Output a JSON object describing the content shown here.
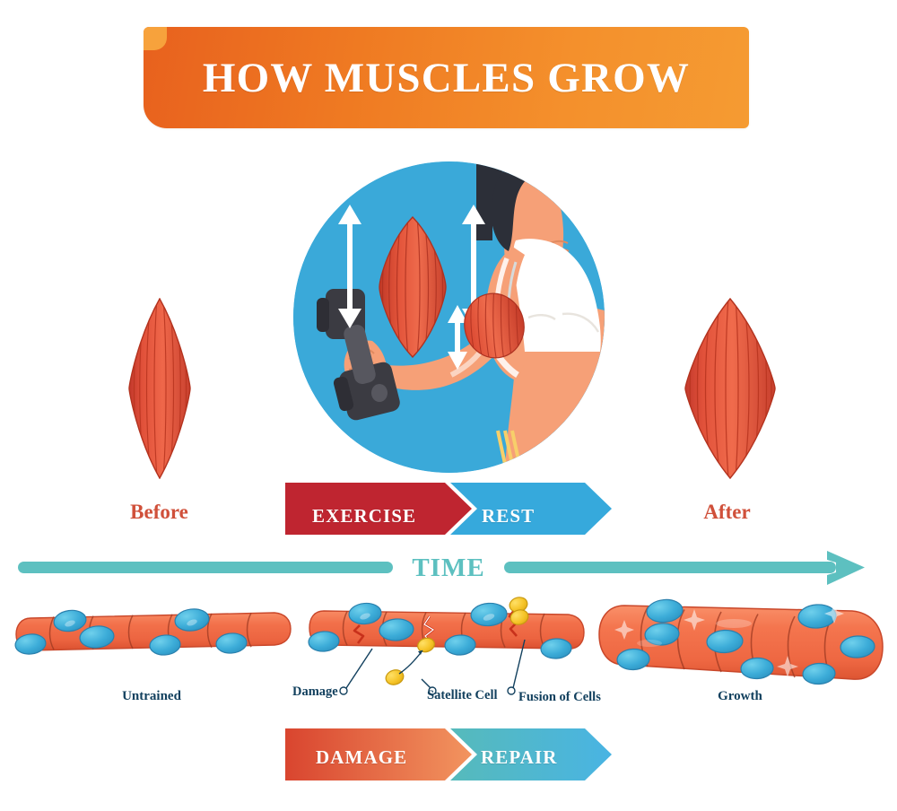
{
  "title": {
    "text": "HOW MUSCLES GROW"
  },
  "stages": {
    "before_label": "Before",
    "after_label": "After"
  },
  "phase_bar_top": {
    "left_label": "EXERCISE",
    "right_label": "REST",
    "left_color": "#bf2530",
    "right_color": "#36a9dc"
  },
  "phase_bar_bottom": {
    "left_label": "DAMAGE",
    "right_label": "REPAIR",
    "left_color_start": "#d9452f",
    "left_color_end": "#f08c5a",
    "right_color_start": "#55b9bb",
    "right_color_end": "#4bb2e0"
  },
  "time_axis": {
    "label": "TIME",
    "color": "#5dc0c0"
  },
  "fibers": {
    "untrained_label": "Untrained",
    "growth_label": "Growth",
    "callouts": [
      {
        "label": "Damage"
      },
      {
        "label": "Satellite Cell"
      },
      {
        "label": "Fusion of Cells"
      }
    ]
  },
  "hero": {
    "background_color": "#3aa9d9",
    "icons": {
      "dumbbell": "dumbbell-icon",
      "muscle_fiber": "muscle-fiber-icon",
      "grow_arrow": "double-arrow-icon",
      "athlete": "athlete-figure-icon"
    }
  },
  "palette": {
    "muscle_red": "#e14b35",
    "muscle_red_dark": "#c2392a",
    "fiber_orange": "#f2704a",
    "nucleus_blue": "#3caad6",
    "satellite_yellow": "#f5c326",
    "navy_text": "#12405e",
    "caption_red": "#d0503a",
    "banner_orange_start": "#e8611e",
    "banner_orange_end": "#f59b32"
  }
}
